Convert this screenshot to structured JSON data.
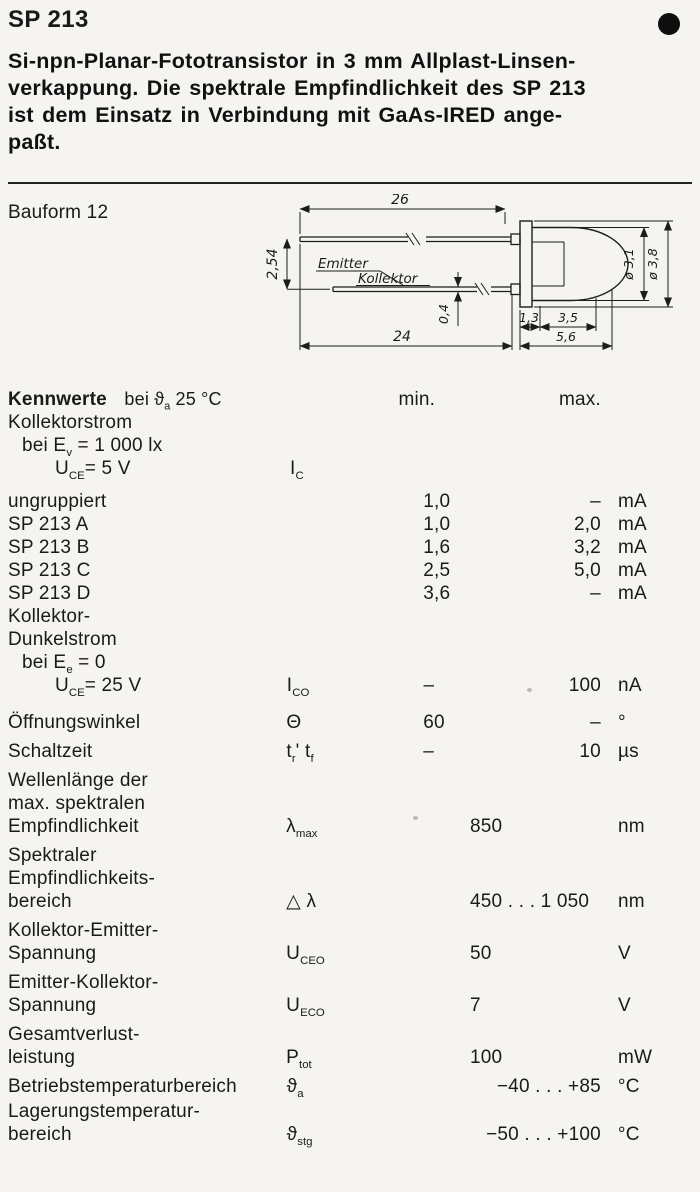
{
  "colors": {
    "paper": "#f5f4f1",
    "ink": "#1a1a1a"
  },
  "header": {
    "title": "SP 213"
  },
  "intro": {
    "lines": [
      "Si-npn-Planar-Fototransistor in 3 mm Allplast-Linsen-",
      "verkappung. Die spektrale Empfindlichkeit des SP 213",
      "ist dem Einsatz in Verbindung mit GaAs-IRED ange-",
      "paßt."
    ]
  },
  "drawing": {
    "bauform": "Bauform 12",
    "dim_top": "26",
    "dim_pitch": "2,54",
    "label_emitter": "Emitter",
    "label_kollektor": "Kollektor",
    "dim_lead": "0,4",
    "dim_bottom": "24",
    "dim_a": "1,3",
    "dim_b": "3,5",
    "dim_c": "5,6",
    "dia_inner": "ø 3,1",
    "dia_outer": "ø 3,8"
  },
  "table": {
    "title": "Kennwerte",
    "title_cond": [
      {
        "t": "bei "
      },
      {
        "t": "ϑ"
      },
      {
        "t": "a",
        "s": 1
      },
      {
        "t": " 25 °C"
      }
    ],
    "col_min": "min.",
    "col_max": "max.",
    "rows": [
      {
        "label": "Kollektorstrom"
      },
      {
        "label": [
          {
            "t": "bei E"
          },
          {
            "t": "v",
            "s": 1
          },
          {
            "t": " = 1 000 lx"
          }
        ]
      },
      {
        "label": [
          {
            "t": "U"
          },
          {
            "t": "CE",
            "s": 1
          },
          {
            "t": "= 5 V"
          }
        ],
        "sym": [
          {
            "t": "I"
          },
          {
            "t": "C",
            "s": 1
          }
        ]
      },
      {
        "label": "ungruppiert",
        "min": "1,0",
        "max": "–",
        "unit": "mA"
      },
      {
        "label": "SP 213 A",
        "min": "1,0",
        "max": "2,0",
        "unit": "mA"
      },
      {
        "label": "SP 213 B",
        "min": "1,6",
        "max": "3,2",
        "unit": "mA"
      },
      {
        "label": "SP 213 C",
        "min": "2,5",
        "max": "5,0",
        "unit": "mA"
      },
      {
        "label": "SP 213 D",
        "min": "3,6",
        "max": "–",
        "unit": "mA"
      },
      {
        "lines": [
          "Kollektor-",
          "Dunkelstrom"
        ]
      },
      {
        "label": [
          {
            "t": "bei E"
          },
          {
            "t": "e",
            "s": 1
          },
          {
            "t": " = 0"
          }
        ]
      },
      {
        "label": [
          {
            "t": "U"
          },
          {
            "t": "CE",
            "s": 1
          },
          {
            "t": "= 25 V"
          }
        ],
        "sym": [
          {
            "t": "I"
          },
          {
            "t": "CO",
            "s": 1
          }
        ],
        "min": "–",
        "max": "100",
        "unit": "nA"
      },
      {
        "label": "Öffnungswinkel",
        "sym": [
          {
            "t": "Θ"
          }
        ],
        "min": "60",
        "max": "–",
        "unit": "°"
      },
      {
        "label": "Schaltzeit",
        "sym": [
          {
            "t": "t"
          },
          {
            "t": "r",
            "s": 1
          },
          {
            "t": "' t"
          },
          {
            "t": "f",
            "s": 1
          }
        ],
        "min": "–",
        "max": "10",
        "unit": "µs"
      },
      {
        "lines": [
          "Wellenlänge der",
          "max. spektralen",
          "Empfindlichkeit"
        ],
        "sym": [
          {
            "t": "λ"
          },
          {
            "t": "max",
            "s": 1
          }
        ],
        "mid": "850",
        "unit": "nm"
      },
      {
        "lines": [
          "Spektraler",
          "Empfindlichkeits-",
          "bereich"
        ],
        "sym": [
          {
            "t": "△ λ"
          }
        ],
        "mid": "450 . . . 1 050",
        "unit": "nm"
      },
      {
        "lines": [
          "Kollektor-Emitter-",
          "Spannung"
        ],
        "sym": [
          {
            "t": "U"
          },
          {
            "t": "CEO",
            "s": 1
          }
        ],
        "mid": "50",
        "unit": "V"
      },
      {
        "lines": [
          "Emitter-Kollektor-",
          "Spannung"
        ],
        "sym": [
          {
            "t": "U"
          },
          {
            "t": "ECO",
            "s": 1
          }
        ],
        "mid": "7",
        "unit": "V"
      },
      {
        "lines": [
          "Gesamtverlust-",
          "leistung"
        ],
        "sym": [
          {
            "t": "P"
          },
          {
            "t": "tot",
            "s": 1
          }
        ],
        "mid": "100",
        "unit": "mW"
      },
      {
        "label": "Betriebstemperaturbereich",
        "sym": [
          {
            "t": "ϑ"
          },
          {
            "t": "a",
            "s": 1
          }
        ],
        "mid": "−40 . . . +85",
        "unit": "°C"
      },
      {
        "lines": [
          "Lagerungstemperatur-",
          "bereich"
        ],
        "sym": [
          {
            "t": "ϑ"
          },
          {
            "t": "stg",
            "s": 1
          }
        ],
        "mid": "−50 . . . +100",
        "unit": "°C"
      }
    ]
  }
}
